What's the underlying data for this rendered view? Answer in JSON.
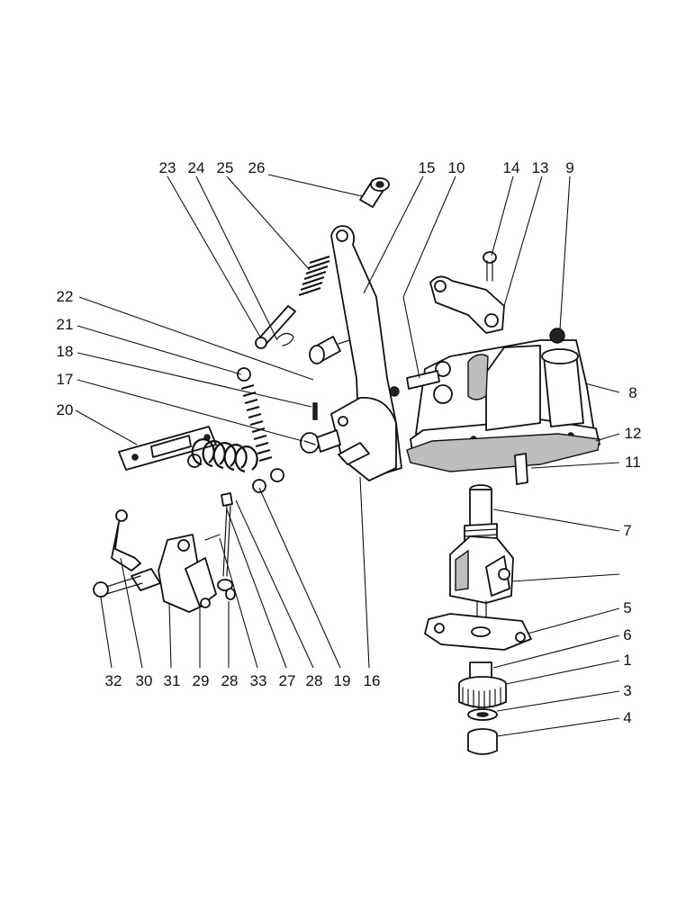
{
  "callouts": [
    {
      "id": "23",
      "label": "23"
    },
    {
      "id": "24",
      "label": "24"
    },
    {
      "id": "25",
      "label": "25"
    },
    {
      "id": "26",
      "label": "26"
    },
    {
      "id": "15",
      "label": "15"
    },
    {
      "id": "10",
      "label": "10"
    },
    {
      "id": "14",
      "label": "14"
    },
    {
      "id": "13",
      "label": "13"
    },
    {
      "id": "9",
      "label": "9"
    },
    {
      "id": "22",
      "label": "22"
    },
    {
      "id": "21",
      "label": "21"
    },
    {
      "id": "18",
      "label": "18"
    },
    {
      "id": "17",
      "label": "17"
    },
    {
      "id": "20",
      "label": "20"
    },
    {
      "id": "8",
      "label": "8"
    },
    {
      "id": "12",
      "label": "12"
    },
    {
      "id": "11",
      "label": "11"
    },
    {
      "id": "7",
      "label": "7"
    },
    {
      "id": "5",
      "label": "5"
    },
    {
      "id": "6",
      "label": "6"
    },
    {
      "id": "1",
      "label": "1"
    },
    {
      "id": "3",
      "label": "3"
    },
    {
      "id": "4",
      "label": "4"
    },
    {
      "id": "32",
      "label": "32"
    },
    {
      "id": "30",
      "label": "30"
    },
    {
      "id": "31",
      "label": "31"
    },
    {
      "id": "29",
      "label": "29"
    },
    {
      "id": "28a",
      "label": "28"
    },
    {
      "id": "33",
      "label": "33"
    },
    {
      "id": "27",
      "label": "27"
    },
    {
      "id": "28b",
      "label": "28"
    },
    {
      "id": "19",
      "label": "19"
    },
    {
      "id": "16",
      "label": "16"
    }
  ]
}
